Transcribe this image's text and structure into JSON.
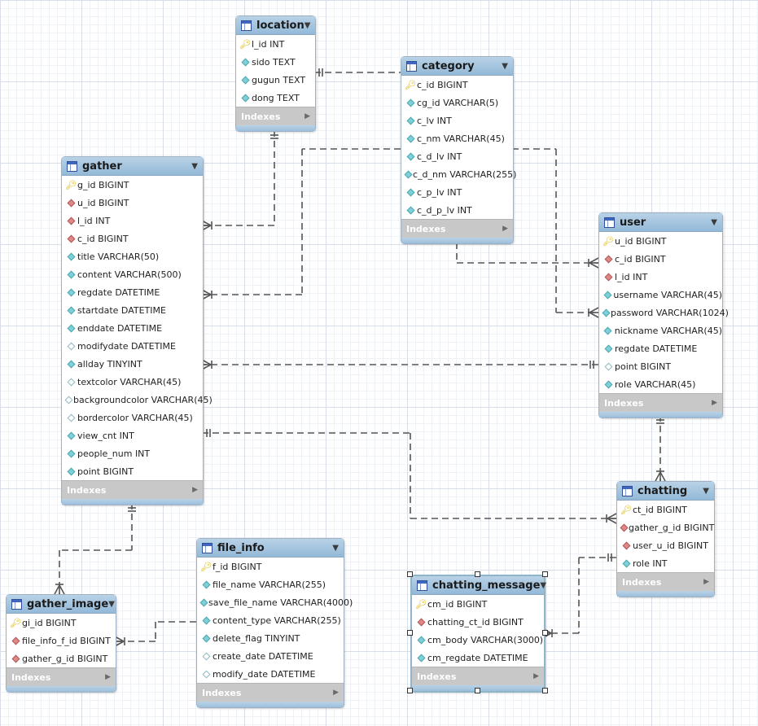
{
  "tables": [
    {
      "id": "location",
      "name": "location",
      "columns": [
        {
          "text": "l_id INT",
          "icon": "pk"
        },
        {
          "text": "sido TEXT",
          "icon": "nn"
        },
        {
          "text": "gugun TEXT",
          "icon": "nn"
        },
        {
          "text": "dong TEXT",
          "icon": "nn"
        }
      ],
      "indexes": "Indexes"
    },
    {
      "id": "category",
      "name": "category",
      "columns": [
        {
          "text": "c_id BIGINT",
          "icon": "pk"
        },
        {
          "text": "cg_id VARCHAR(5)",
          "icon": "nn"
        },
        {
          "text": "c_lv INT",
          "icon": "nn"
        },
        {
          "text": "c_nm VARCHAR(45)",
          "icon": "nn"
        },
        {
          "text": "c_d_lv INT",
          "icon": "nn"
        },
        {
          "text": "c_d_nm VARCHAR(255)",
          "icon": "nn"
        },
        {
          "text": "c_p_lv INT",
          "icon": "nn"
        },
        {
          "text": "c_d_p_lv INT",
          "icon": "nn"
        }
      ],
      "indexes": "Indexes"
    },
    {
      "id": "gather",
      "name": "gather",
      "columns": [
        {
          "text": "g_id BIGINT",
          "icon": "pk"
        },
        {
          "text": "u_id BIGINT",
          "icon": "fk"
        },
        {
          "text": "l_id INT",
          "icon": "fk"
        },
        {
          "text": "c_id BIGINT",
          "icon": "fk"
        },
        {
          "text": "title VARCHAR(50)",
          "icon": "nn"
        },
        {
          "text": "content VARCHAR(500)",
          "icon": "nn"
        },
        {
          "text": "regdate DATETIME",
          "icon": "nn"
        },
        {
          "text": "startdate DATETIME",
          "icon": "nn"
        },
        {
          "text": "enddate DATETIME",
          "icon": "nn"
        },
        {
          "text": "modifydate DATETIME",
          "icon": "null"
        },
        {
          "text": "allday TINYINT",
          "icon": "nn"
        },
        {
          "text": "textcolor VARCHAR(45)",
          "icon": "null"
        },
        {
          "text": "backgroundcolor VARCHAR(45)",
          "icon": "null"
        },
        {
          "text": "bordercolor VARCHAR(45)",
          "icon": "null"
        },
        {
          "text": "view_cnt INT",
          "icon": "nn"
        },
        {
          "text": "people_num INT",
          "icon": "nn"
        },
        {
          "text": "point BIGINT",
          "icon": "nn"
        }
      ],
      "indexes": "Indexes"
    },
    {
      "id": "user",
      "name": "user",
      "columns": [
        {
          "text": "u_id BIGINT",
          "icon": "pk"
        },
        {
          "text": "c_id BIGINT",
          "icon": "fk"
        },
        {
          "text": "l_id INT",
          "icon": "fk"
        },
        {
          "text": "username VARCHAR(45)",
          "icon": "nn"
        },
        {
          "text": "password VARCHAR(1024)",
          "icon": "nn"
        },
        {
          "text": "nickname VARCHAR(45)",
          "icon": "nn"
        },
        {
          "text": "regdate DATETIME",
          "icon": "nn"
        },
        {
          "text": "point BIGINT",
          "icon": "null"
        },
        {
          "text": "role VARCHAR(45)",
          "icon": "nn"
        }
      ],
      "indexes": "Indexes"
    },
    {
      "id": "chatting",
      "name": "chatting",
      "columns": [
        {
          "text": "ct_id BIGINT",
          "icon": "pk"
        },
        {
          "text": "gather_g_id BIGINT",
          "icon": "fk"
        },
        {
          "text": "user_u_id BIGINT",
          "icon": "fk"
        },
        {
          "text": "role INT",
          "icon": "nn"
        }
      ],
      "indexes": "Indexes"
    },
    {
      "id": "gather_image",
      "name": "gather_image",
      "columns": [
        {
          "text": "gi_id BIGINT",
          "icon": "pk"
        },
        {
          "text": "file_info_f_id BIGINT",
          "icon": "fk"
        },
        {
          "text": "gather_g_id BIGINT",
          "icon": "fk"
        }
      ],
      "indexes": "Indexes"
    },
    {
      "id": "file_info",
      "name": "file_info",
      "columns": [
        {
          "text": "f_id BIGINT",
          "icon": "pk"
        },
        {
          "text": "file_name VARCHAR(255)",
          "icon": "nn"
        },
        {
          "text": "save_file_name VARCHAR(4000)",
          "icon": "nn"
        },
        {
          "text": "content_type VARCHAR(255)",
          "icon": "nn"
        },
        {
          "text": "delete_flag TINYINT",
          "icon": "nn"
        },
        {
          "text": "create_date DATETIME",
          "icon": "null"
        },
        {
          "text": "modify_date DATETIME",
          "icon": "null"
        }
      ],
      "indexes": "Indexes"
    },
    {
      "id": "chatting_message",
      "name": "chatting_message",
      "selected": true,
      "columns": [
        {
          "text": "cm_id BIGINT",
          "icon": "pk"
        },
        {
          "text": "chatting_ct_id BIGINT",
          "icon": "fk"
        },
        {
          "text": "cm_body VARCHAR(3000)",
          "icon": "nn"
        },
        {
          "text": "cm_regdate DATETIME",
          "icon": "nn"
        }
      ],
      "indexes": "Indexes"
    }
  ],
  "relationships": [
    {
      "from": "location",
      "to": "category",
      "from_end": "one",
      "to_end": "none"
    },
    {
      "from": "location",
      "to": "gather",
      "from_end": "one",
      "to_end": "many"
    },
    {
      "from": "category",
      "to": "gather",
      "from_end": "none",
      "to_end": "many"
    },
    {
      "from": "category",
      "to": "user",
      "from_end": "none",
      "to_end": "many"
    },
    {
      "from": "category",
      "to": "user",
      "from_end": "none",
      "to_end": "many"
    },
    {
      "from": "user",
      "to": "gather",
      "from_end": "one",
      "to_end": "many"
    },
    {
      "from": "user",
      "to": "chatting",
      "from_end": "one",
      "to_end": "many"
    },
    {
      "from": "gather",
      "to": "chatting",
      "from_end": "one",
      "to_end": "many"
    },
    {
      "from": "gather",
      "to": "gather_image",
      "from_end": "one",
      "to_end": "many"
    },
    {
      "from": "file_info",
      "to": "gather_image",
      "from_end": "none",
      "to_end": "many"
    },
    {
      "from": "chatting",
      "to": "chatting_message",
      "from_end": "one",
      "to_end": "many"
    }
  ]
}
